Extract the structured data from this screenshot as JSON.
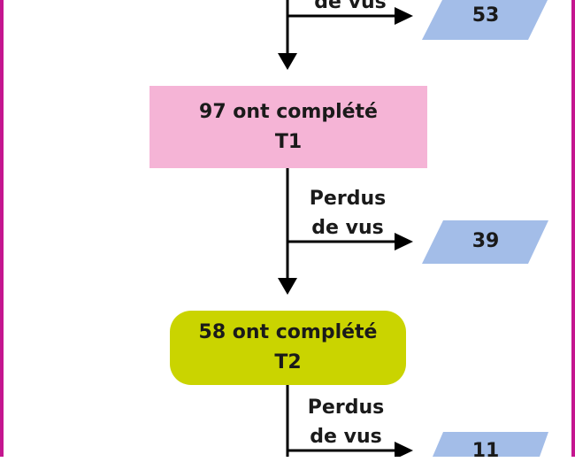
{
  "colors": {
    "frame": "#c4168f",
    "line": "#000000",
    "t1_box": "#f5b4d6",
    "t2_box": "#cad400",
    "lost_box": "#a3bde8"
  },
  "flow": {
    "top_lost_label_line2": "de vus",
    "top_lost_count": "53",
    "t1_line1": "97 ont complété",
    "t1_line2": "T1",
    "t1_lost_label_line1": "Perdus",
    "t1_lost_label_line2": "de vus",
    "t1_lost_count": "39",
    "t2_line1": "58 ont complété",
    "t2_line2": "T2",
    "t2_lost_label_line1": "Perdus",
    "t2_lost_label_line2": "de vus",
    "t2_lost_count": "11"
  }
}
